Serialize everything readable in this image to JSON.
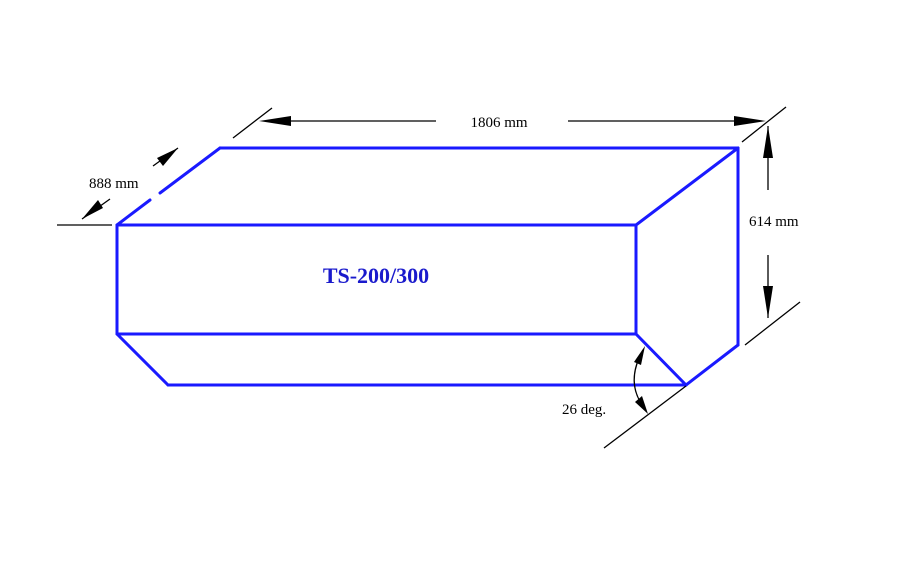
{
  "colors": {
    "box_edge": "#1a1aff",
    "model_label": "#1a1acc",
    "dimension": "#000000",
    "background": "#ffffff"
  },
  "diagram": {
    "model_label": "TS-200/300",
    "dimensions": {
      "length": "1806 mm",
      "depth": "888 mm",
      "height": "614 mm",
      "angle": "26 deg."
    }
  }
}
